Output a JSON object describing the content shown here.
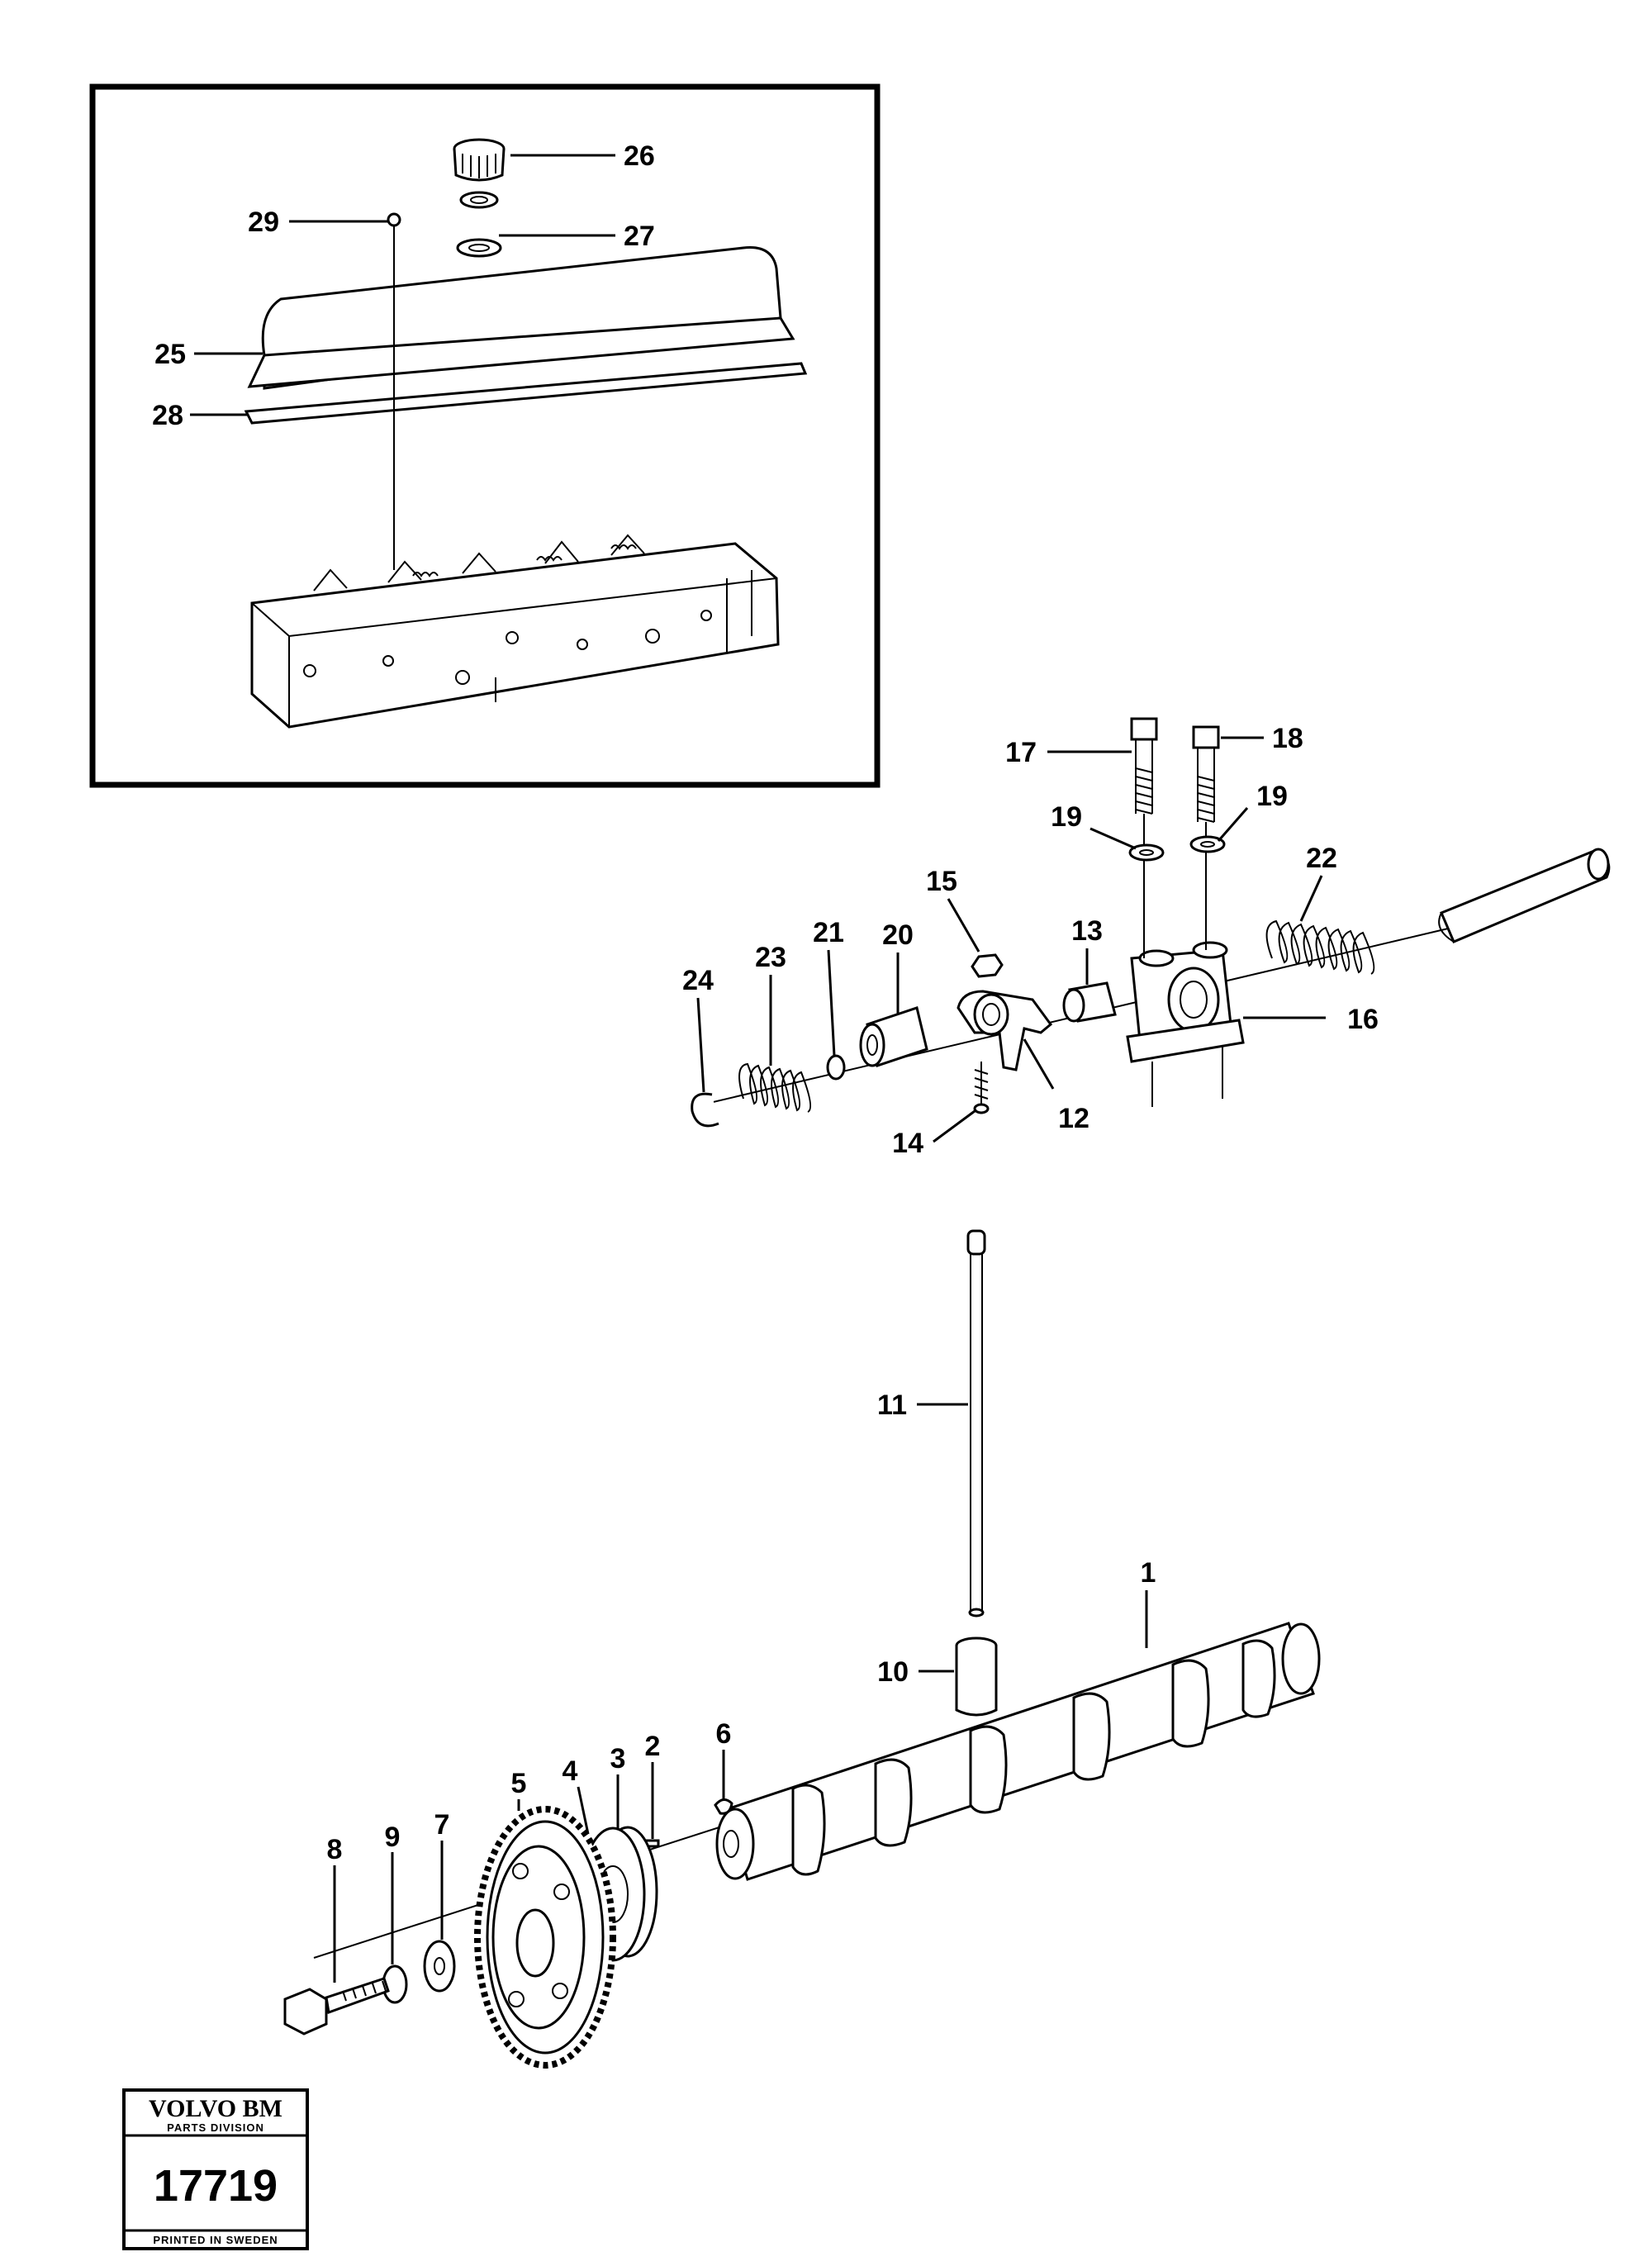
{
  "callouts": {
    "p1": "1",
    "p2": "2",
    "p3": "3",
    "p4": "4",
    "p5": "5",
    "p6": "6",
    "p7": "7",
    "p8": "8",
    "p9": "9",
    "p10": "10",
    "p11": "11",
    "p12": "12",
    "p13": "13",
    "p14": "14",
    "p15": "15",
    "p16": "16",
    "p17": "17",
    "p18": "18",
    "p19a": "19",
    "p19b": "19",
    "p20": "20",
    "p21": "21",
    "p22": "22",
    "p23": "23",
    "p24": "24",
    "p25": "25",
    "p26": "26",
    "p27": "27",
    "p28": "28",
    "p29": "29"
  },
  "stamp": {
    "brand": "VOLVO BM",
    "division": "PARTS DIVISION",
    "number": "17719",
    "printed": "PRINTED IN SWEDEN"
  }
}
